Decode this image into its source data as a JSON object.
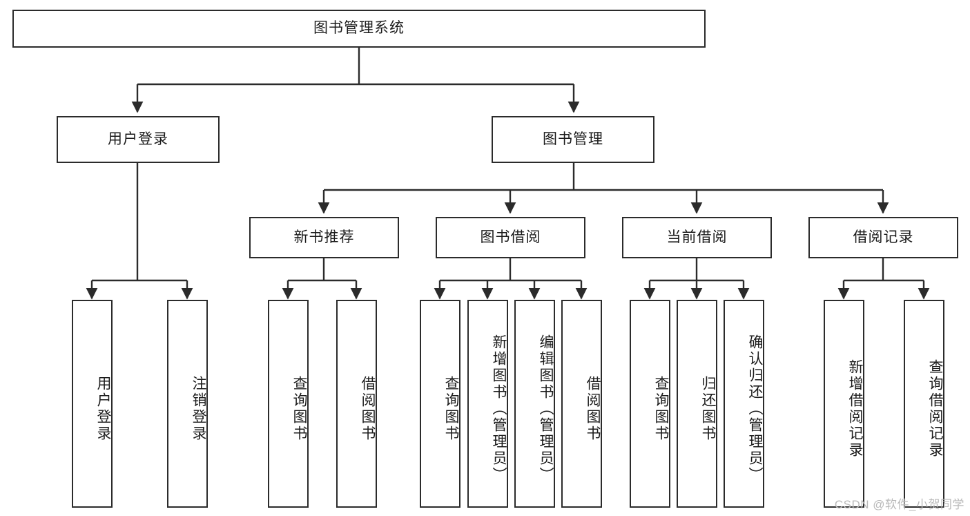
{
  "diagram": {
    "title": "图书管理系统",
    "type": "tree-hierarchy-diagram",
    "colors": {
      "box_border": "#2b2b2b",
      "box_fill": "#ffffff",
      "connector": "#2b2b2b",
      "text": "#1b1b1b",
      "watermark": "#b9b9b9",
      "background": "#ffffff"
    },
    "root": {
      "label": "图书管理系统"
    },
    "level2": [
      {
        "label": "用户登录"
      },
      {
        "label": "图书管理"
      }
    ],
    "level3": [
      {
        "label": "新书推荐"
      },
      {
        "label": "图书借阅"
      },
      {
        "label": "当前借阅"
      },
      {
        "label": "借阅记录"
      }
    ],
    "leaves": {
      "user_login": [
        {
          "label": "用户登录"
        },
        {
          "label": "注销登录"
        }
      ],
      "new_book_recommend": [
        {
          "label": "查询图书"
        },
        {
          "label": "借阅图书"
        }
      ],
      "book_borrow": [
        {
          "label": "查询图书"
        },
        {
          "label": "新增图书（管理员）"
        },
        {
          "label": "编辑图书（管理员）"
        },
        {
          "label": "借阅图书"
        }
      ],
      "current_borrow": [
        {
          "label": "查询图书"
        },
        {
          "label": "归还图书"
        },
        {
          "label": "确认归还（管理员）"
        }
      ],
      "borrow_record": [
        {
          "label": "新增借阅记录"
        },
        {
          "label": "查询借阅记录"
        }
      ]
    }
  },
  "watermark": {
    "text": "CSDN @软件_小贺同学"
  }
}
